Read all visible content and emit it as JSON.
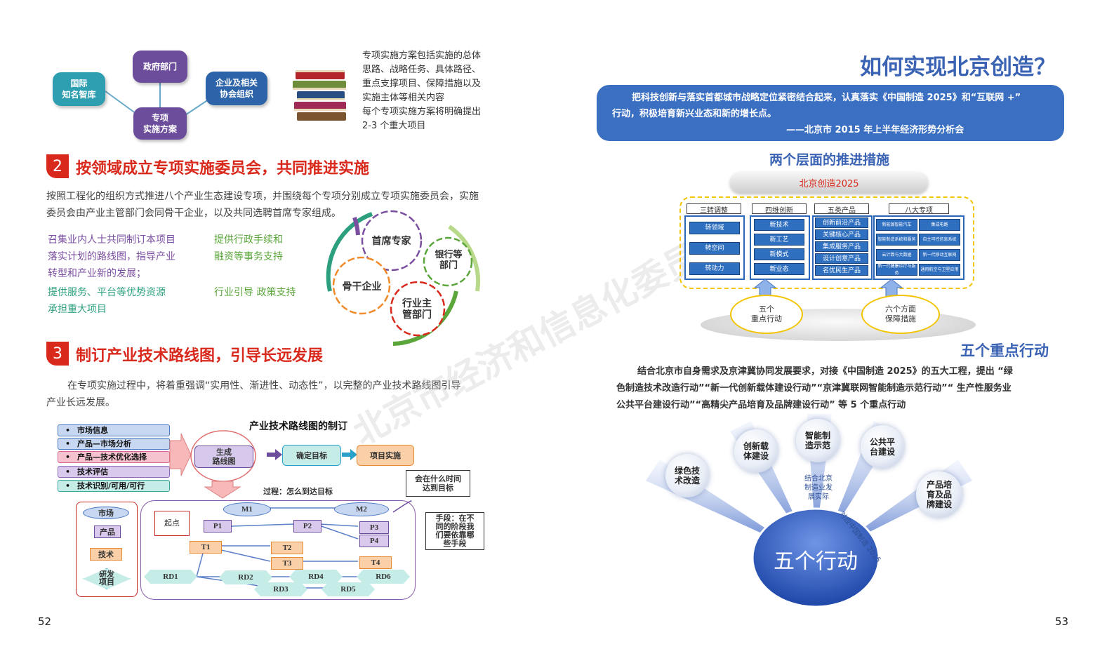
{
  "left": {
    "bubbles": {
      "gov": "政府部门",
      "think_tank": "国际\n知名智库",
      "enterprise": "企业及相关\n协会组织",
      "plan": "专项\n实施方案"
    },
    "book_text": [
      "专项实施方案包括实施的总体",
      "思路、战略任务、具体路径、",
      "重点支撑项目、保障措施以及",
      "实施主体等相关内容",
      "每个专项实施方案将明确提出",
      "2-3 个重大项目"
    ],
    "section2": {
      "number": "2",
      "title": "按领域成立专项实施委员会，共同推进实施",
      "para": [
        "按照工程化的组织方式推进八个产业生态建设专项，并围绕每个专项分别成立专项实施委员会，实施",
        "委员会由产业主管部门会同骨干企业，以及共同选聘首席专家组成。"
      ],
      "green_left": [
        "召集业内人士共同制订本项目",
        "落实计划的路线图，指导产业",
        "转型和产业新的发展；"
      ],
      "green_left2": [
        "提供服务、平台等优势资源",
        "承担重大项目"
      ],
      "green_right1": [
        "提供行政手续和",
        "融资等事务支持"
      ],
      "green_right2": "行业引导 政策支持",
      "gears": {
        "expert": "首席专家",
        "bank": "银行等\n部门",
        "backbone": "骨干企业",
        "authority": "行业主\n管部门"
      }
    },
    "section3": {
      "number": "3",
      "title": "制订产业技术路线图，引导长远发展",
      "para": [
        "在专项实施过程中，将着重强调“实用性、渐进性、动态性”，以完整的产业技术路线图引导",
        "产业长远发展。"
      ]
    },
    "roadmap": {
      "title": "产业技术路线图的制订",
      "list": [
        "市场信息",
        "产品—市场分析",
        "产品—技术优化选择",
        "技术评估",
        "技术识别/可用/可行"
      ],
      "generate": "生成\n路线图",
      "confirm": "确定目标",
      "implement": "项目实施",
      "process": "过程：怎么到达目标",
      "when": "会在什么时间\n达到目标",
      "means": "手段：在不\n同的阶段我\n们要依靠哪\n些手段",
      "layers": [
        "市场",
        "产品",
        "技术",
        "研发\n项目"
      ],
      "start": "起点",
      "nodes": [
        "M1",
        "M2",
        "P1",
        "P2",
        "P3",
        "P4",
        "T1",
        "T2",
        "T3",
        "T4",
        "RD1",
        "RD2",
        "RD3",
        "RD4",
        "RD5",
        "RD6"
      ]
    },
    "page_number": "52"
  },
  "right": {
    "title": "如何实现北京创造？",
    "quote": [
      "把科技创新与落实首都城市战略定位紧密结合起来，认真落实《中国制造 2025》和“互联网 +”",
      "行动，积极培育新兴业态和新的增长点。",
      "——北京市 2015 年上半年经济形势分析会"
    ],
    "two_levels_title": "两个层面的推进措施",
    "bjcz": "北京创造2025",
    "columns": [
      {
        "head": "三转调整",
        "cells": [
          "转领域",
          "转空间",
          "转动力"
        ]
      },
      {
        "head": "四维创新",
        "cells": [
          "新技术",
          "新工艺",
          "新模式",
          "新业态"
        ]
      },
      {
        "head": "五类产品",
        "cells": [
          "创新前沿产品",
          "关键核心产品",
          "集成服务产品",
          "设计创意产品",
          "名优民生产品"
        ]
      },
      {
        "head": "八大专项",
        "cells": [
          "新能源智能汽车",
          "集成电路",
          "智能制造系统和服务",
          "自主可控信息系统",
          "云计算与大数据",
          "新一代移动互联网",
          "新一代健康诊疗与服务",
          "通用航空与卫星应用"
        ]
      }
    ],
    "five_actions_label": "五个\n重点行动",
    "six_measures_label": "六个方面\n保障措施",
    "five_actions_title": "五个重点行动",
    "five_para": [
      "结合北京市自身需求及京津冀协同发展要求，对接《中国制造 2025》的五大工程，提出 “绿",
      "色制造技术改造行动”“新一代创新载体建设行动”“京津冀联网智能制造示范行动”“ 生产性服务业",
      "公共平台建设行动”“高精尖产品培育及品牌建设行动” 等 5 个重点行动"
    ],
    "fan_bubbles": [
      "绿色技\n术改造",
      "创新载\n体建设",
      "智能制\n造示范",
      "公共平\n台建设",
      "产品培\n育及品\n牌建设"
    ],
    "fan_note_left": "结合北京\n制造业发\n展实际",
    "fan_note_right": "对应中国制造 2025",
    "center": "五个行动",
    "page_number": "53"
  },
  "watermark": "北京市经济和信息化委员会"
}
